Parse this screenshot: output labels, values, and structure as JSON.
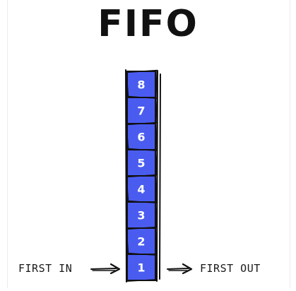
{
  "title": "FIFO",
  "stack": {
    "items": [
      "8",
      "7",
      "6",
      "5",
      "4",
      "3",
      "2",
      "1"
    ],
    "fill_color": "#4a5cf0",
    "stroke_color": "#111111"
  },
  "labels": {
    "first_in": "FIRST IN",
    "first_out": "FIRST OUT"
  },
  "icons": {
    "in_arrow": "right-arrow-icon",
    "out_arrow": "right-arrow-icon"
  }
}
